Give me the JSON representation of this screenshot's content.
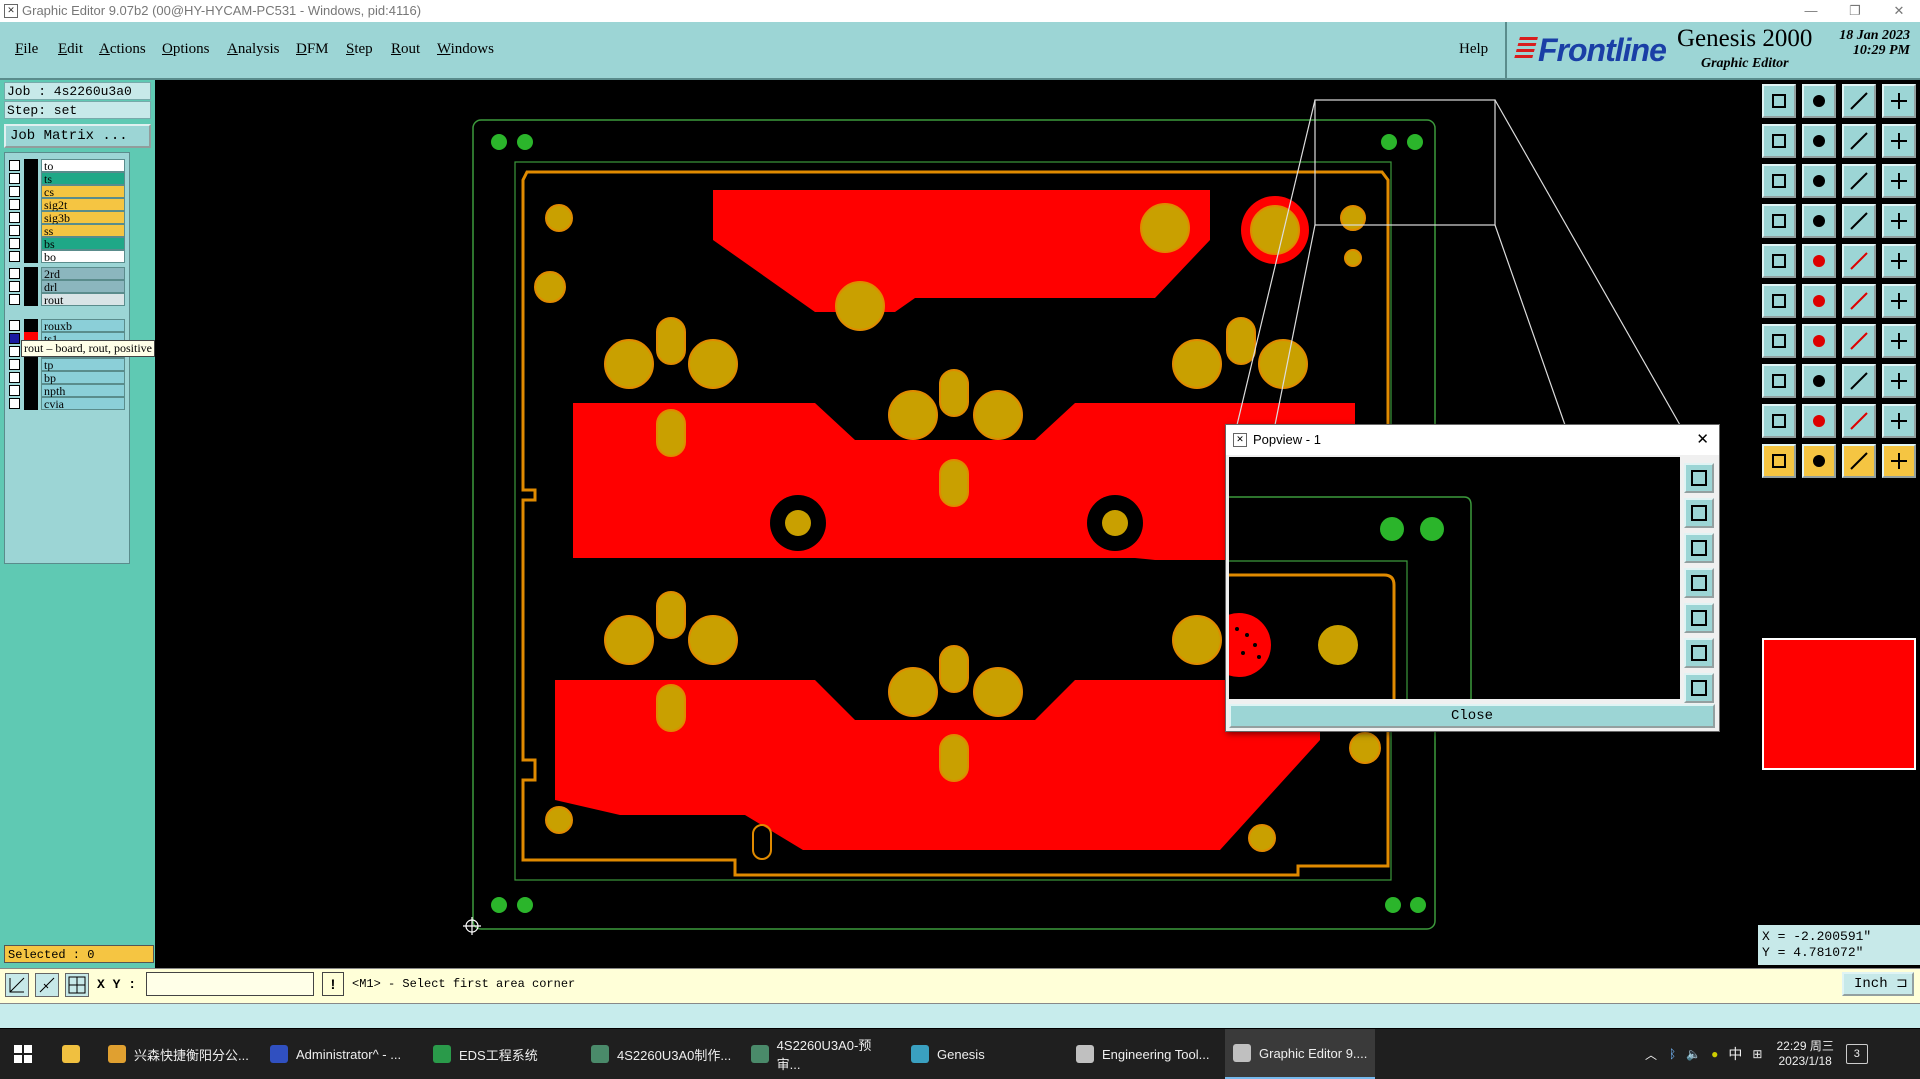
{
  "window": {
    "title": "Graphic Editor 9.07b2 (00@HY-HYCAM-PC531 - Windows, pid:4116)"
  },
  "menu": {
    "items": [
      {
        "u": "F",
        "rest": "ile"
      },
      {
        "u": "E",
        "rest": "dit"
      },
      {
        "u": "A",
        "rest": "ctions"
      },
      {
        "u": "O",
        "rest": "ptions"
      },
      {
        "u": "A",
        "rest": "nalysis"
      },
      {
        "u": "D",
        "rest": "FM"
      },
      {
        "u": "S",
        "rest": "tep"
      },
      {
        "u": "R",
        "rest": "out"
      },
      {
        "u": "W",
        "rest": "indows"
      }
    ],
    "help": "Help"
  },
  "brand": {
    "logo": "Frontline",
    "product": "Genesis 2000",
    "subtitle": "Graphic Editor",
    "date": "18 Jan 2023",
    "time": "10:29 PM"
  },
  "job": {
    "job_label": "Job  : 4s2260u3a0",
    "step_label": "Step: set",
    "matrix_button": "Job Matrix ..."
  },
  "layers": [
    {
      "name": "to",
      "color": "#ffffff",
      "swatch": "#000000"
    },
    {
      "name": "ts",
      "color": "#1fa887",
      "swatch": "#000000"
    },
    {
      "name": "cs",
      "color": "#f5c542",
      "swatch": "#000000"
    },
    {
      "name": "sig2t",
      "color": "#f5c542",
      "swatch": "#000000"
    },
    {
      "name": "sig3b",
      "color": "#f5c542",
      "swatch": "#000000"
    },
    {
      "name": "ss",
      "color": "#f5c542",
      "swatch": "#000000"
    },
    {
      "name": "bs",
      "color": "#1fa887",
      "swatch": "#000000"
    },
    {
      "name": "bo",
      "color": "#ffffff",
      "swatch": "#000000"
    },
    {
      "name": "2rd",
      "color": "#8bb6be",
      "swatch": "#000000"
    },
    {
      "name": "drl",
      "color": "#8bb6be",
      "swatch": "#000000"
    },
    {
      "name": "rout",
      "color": "#d9e4e6",
      "swatch": "#000000"
    },
    {
      "name": "rouxb",
      "color": "#8bcfd8",
      "swatch": "#000000"
    },
    {
      "name": "ts1",
      "color": "#8bcfd8",
      "swatch": "#ff0000",
      "active": true
    },
    {
      "name": "bs1",
      "color": "#8bcfd8",
      "swatch": "#000000"
    },
    {
      "name": "tp",
      "color": "#8bcfd8",
      "swatch": "#000000"
    },
    {
      "name": "bp",
      "color": "#8bcfd8",
      "swatch": "#000000"
    },
    {
      "name": "npth",
      "color": "#8bcfd8",
      "swatch": "#000000"
    },
    {
      "name": "cvia",
      "color": "#8bcfd8",
      "swatch": "#000000"
    }
  ],
  "tooltip": "rout – board, rout, positive",
  "selected": "Selected : 0",
  "coords": {
    "x": "X = -2.200591\"",
    "y": "Y = 4.781072\""
  },
  "command": {
    "xy_label": "X Y :",
    "xy_value": "",
    "excl": "!",
    "prompt": "<M1> - Select first area corner",
    "units": "Inch ⊐"
  },
  "popview": {
    "title": "Popview - 1",
    "close": "Close"
  },
  "colors": {
    "panel": "#9cd5d5",
    "copper": "#ff0000",
    "pad": "#c9a000",
    "outline": "#e08a00",
    "profile": "#3c9a3c"
  },
  "taskbar": {
    "items": [
      {
        "label": "兴森快捷衡阳分公...",
        "icon": "#e0a030"
      },
      {
        "label": "Administrator^ - ...",
        "icon": "#3050c0"
      },
      {
        "label": "EDS工程系统",
        "icon": "#2a9a4a"
      },
      {
        "label": "4S2260U3A0制作...",
        "icon": "#4a8a6a"
      },
      {
        "label": "4S2260U3A0-预审...",
        "icon": "#4a8a6a"
      },
      {
        "label": "Genesis",
        "icon": "#3aa0c0"
      },
      {
        "label": "Engineering Tool...",
        "icon": "#c0c0c0"
      },
      {
        "label": "Graphic Editor 9....",
        "icon": "#c0c0c0"
      }
    ],
    "tray": {
      "ime": "中",
      "time": "22:29 周三",
      "date": "2023/1/18",
      "badge": "3"
    }
  }
}
